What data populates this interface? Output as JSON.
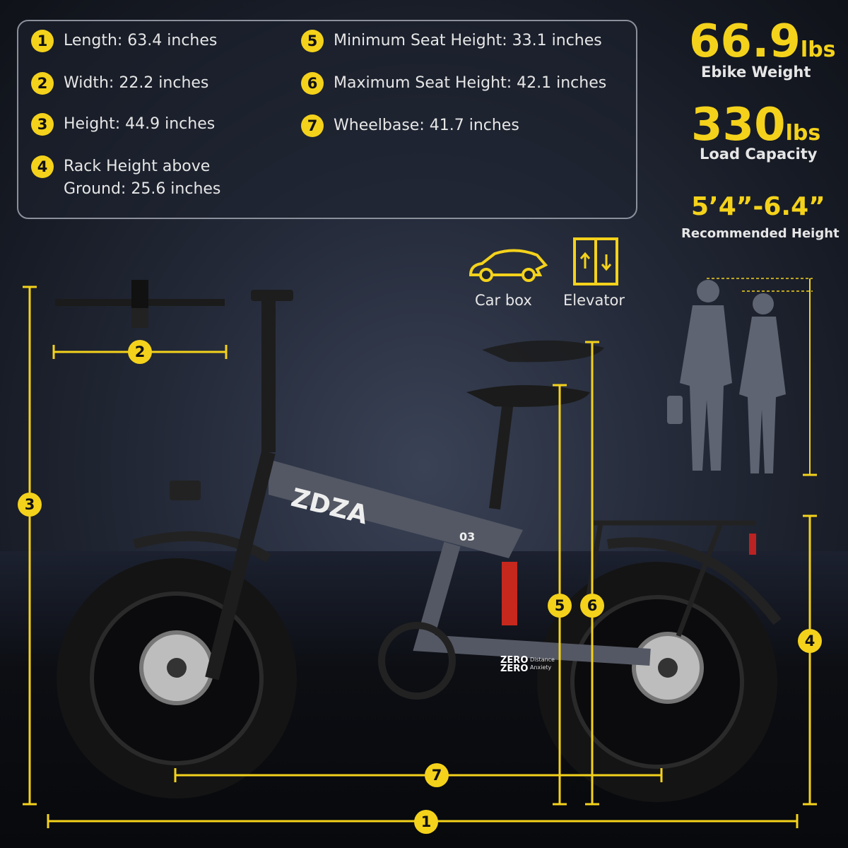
{
  "specs": [
    {
      "n": "1",
      "label": "Length: 63.4 inches"
    },
    {
      "n": "2",
      "label": "Width: 22.2 inches"
    },
    {
      "n": "3",
      "label": "Height: 44.9 inches"
    },
    {
      "n": "4",
      "label": "Rack Height above",
      "label2": "Ground: 25.6 inches"
    },
    {
      "n": "5",
      "label": "Minimum Seat Height: 33.1 inches"
    },
    {
      "n": "6",
      "label": "Maximum Seat Height: 42.1 inches"
    },
    {
      "n": "7",
      "label": "Wheelbase: 41.7 inches"
    }
  ],
  "stats": {
    "weight": {
      "value": "66.9",
      "unit": "lbs",
      "label": "Ebike Weight"
    },
    "load": {
      "value": "330",
      "unit": "lbs",
      "label": "Load Capacity"
    },
    "height": {
      "value": "5’4”-6.4”",
      "label": "Recommended Height"
    }
  },
  "features": {
    "car": "Car box",
    "elevator": "Elevator"
  },
  "bike": {
    "brand": "ZDZA",
    "model": "03",
    "tagline1": "ZERO",
    "tagline2": "ZERO",
    "tagline_small1": "Distance",
    "tagline_small2": "Anxiety"
  },
  "colors": {
    "accent": "#f4d21b"
  }
}
